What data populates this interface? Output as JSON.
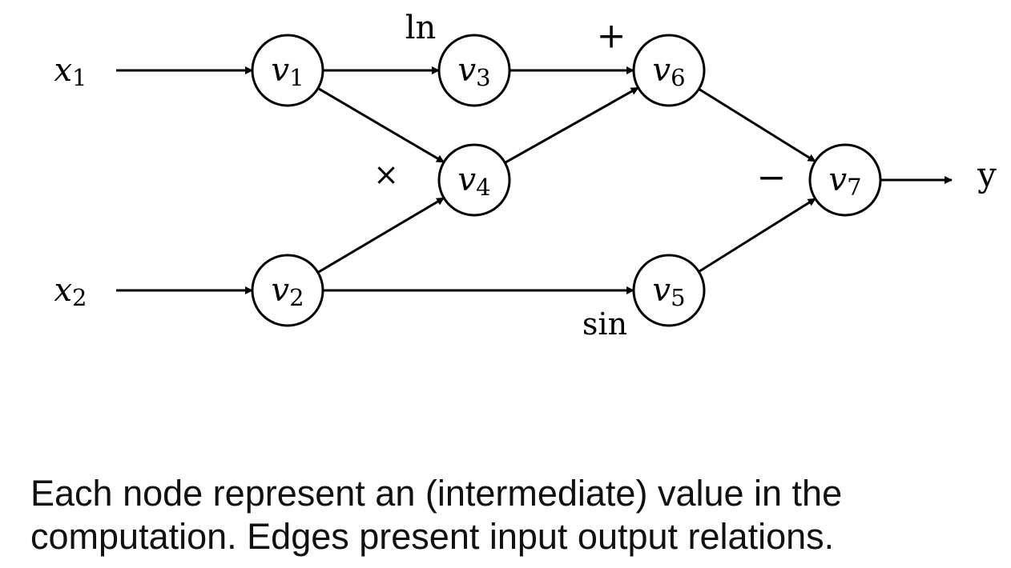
{
  "diagram": {
    "inputs": [
      {
        "id": "x1",
        "letter": "x",
        "sub": "1"
      },
      {
        "id": "x2",
        "letter": "x",
        "sub": "2"
      }
    ],
    "nodes": [
      {
        "id": "v1",
        "letter": "v",
        "sub": "1"
      },
      {
        "id": "v2",
        "letter": "v",
        "sub": "2"
      },
      {
        "id": "v3",
        "letter": "v",
        "sub": "3"
      },
      {
        "id": "v4",
        "letter": "v",
        "sub": "4"
      },
      {
        "id": "v5",
        "letter": "v",
        "sub": "5"
      },
      {
        "id": "v6",
        "letter": "v",
        "sub": "6"
      },
      {
        "id": "v7",
        "letter": "v",
        "sub": "7"
      }
    ],
    "output": {
      "id": "y",
      "label": "y"
    },
    "edges": [
      {
        "from": "x1",
        "to": "v1"
      },
      {
        "from": "x2",
        "to": "v2"
      },
      {
        "from": "v1",
        "to": "v3"
      },
      {
        "from": "v1",
        "to": "v4"
      },
      {
        "from": "v2",
        "to": "v4"
      },
      {
        "from": "v2",
        "to": "v5"
      },
      {
        "from": "v3",
        "to": "v6"
      },
      {
        "from": "v4",
        "to": "v6"
      },
      {
        "from": "v6",
        "to": "v7"
      },
      {
        "from": "v5",
        "to": "v7"
      },
      {
        "from": "v7",
        "to": "y"
      }
    ],
    "operations": [
      {
        "node": "v3",
        "label": "ln"
      },
      {
        "node": "v4",
        "label": "×"
      },
      {
        "node": "v5",
        "label": "sin"
      },
      {
        "node": "v6",
        "label": "+"
      },
      {
        "node": "v7",
        "label": "−"
      }
    ]
  },
  "caption": {
    "line1": "Each node represent an (intermediate) value in the",
    "line2": "computation. Edges present input output relations."
  }
}
